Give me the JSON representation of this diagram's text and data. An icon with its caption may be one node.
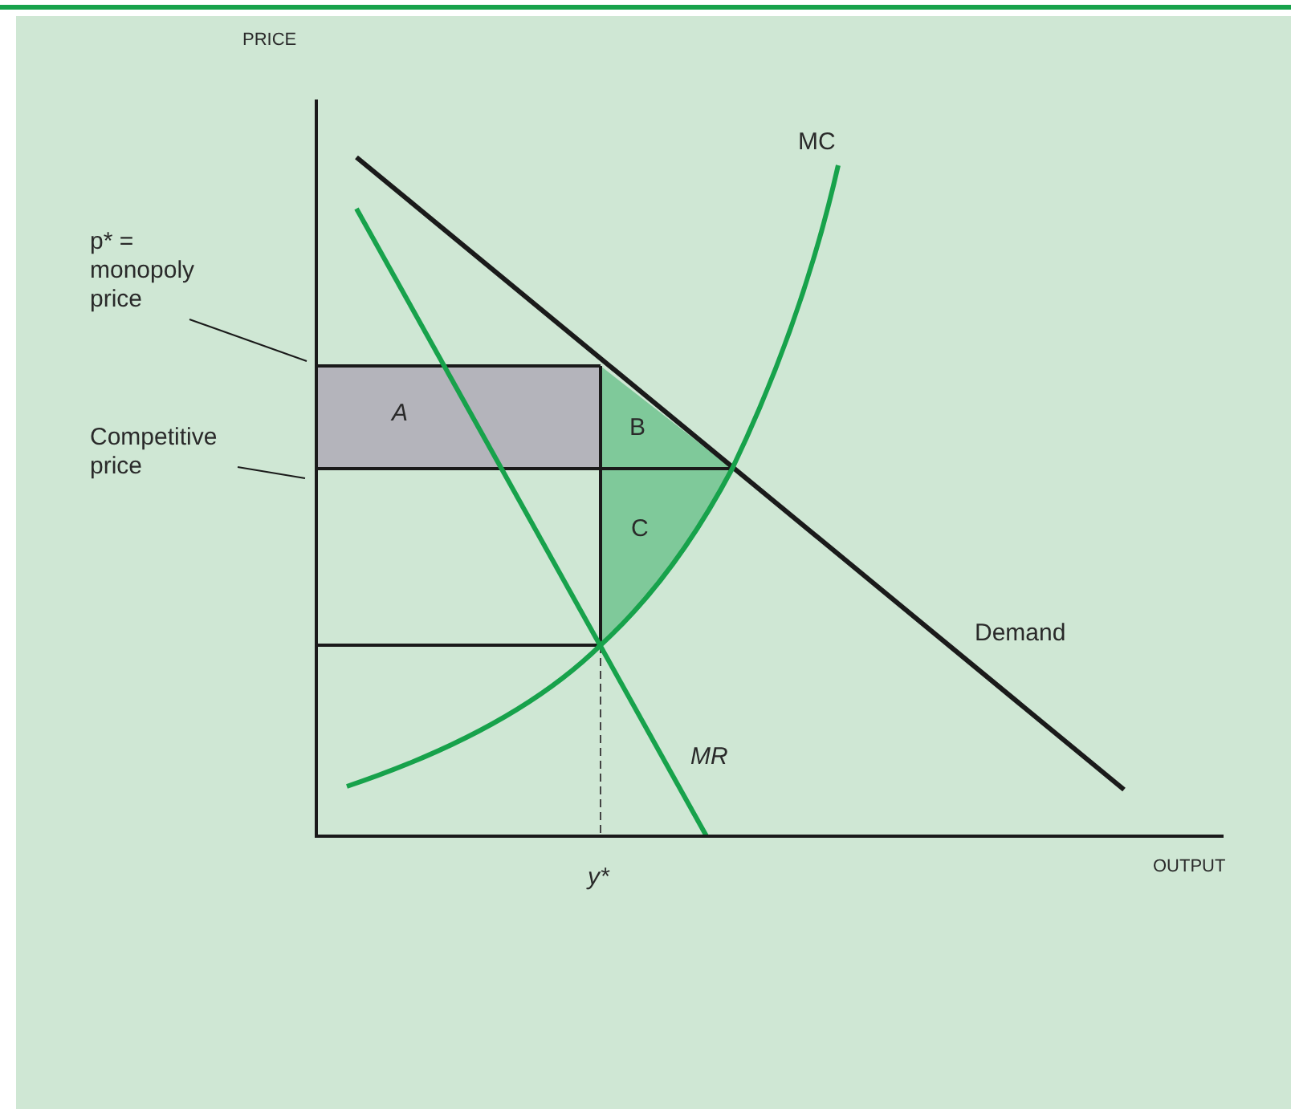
{
  "diagram": {
    "nodes": [
      {
        "text": [
          "p* = monopoly price"
        ]
      },
      {
        "text": [
          "Competitive price"
        ]
      }
    ],
    "edges": [
      {
        "from": 0,
        "to": null,
        "arrow": "none"
      },
      {
        "from": 1,
        "to": null,
        "arrow": "none"
      }
    ],
    "labels": [
      "PRICE",
      "MC",
      "A",
      "B",
      "C",
      "Demand",
      "MR",
      "y*",
      "OUTPUT"
    ]
  }
}
